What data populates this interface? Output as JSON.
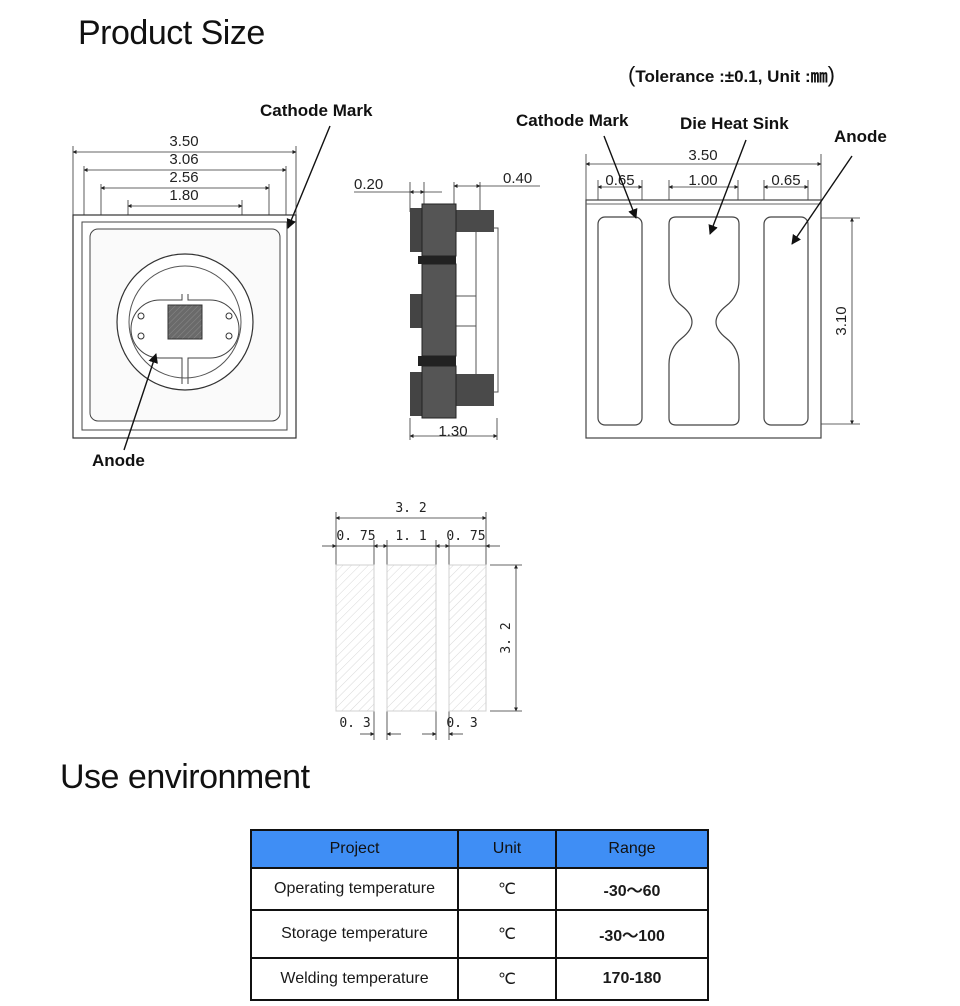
{
  "headings": {
    "product_size": "Product Size",
    "use_environment": "Use environment"
  },
  "tolerance": {
    "open": "(",
    "text": "Tolerance :±0.1, Unit :㎜",
    "close": ")"
  },
  "front_view": {
    "cathode_label": "Cathode Mark",
    "anode_label": "Anode",
    "dims": [
      "3.50",
      "3.06",
      "2.56",
      "1.80"
    ]
  },
  "side_view": {
    "dim_left": "0.20",
    "dim_right": "0.40",
    "dim_bottom": "1.30"
  },
  "bottom_view": {
    "cathode_label": "Cathode Mark",
    "heat_sink_label": "Die Heat Sink",
    "anode_label": "Anode",
    "dim_total": "3.50",
    "dim_left": "0.65",
    "dim_mid": "1.00",
    "dim_right": "0.65",
    "dim_height": "3.10"
  },
  "footprint": {
    "dim_total": "3. 2",
    "dim_left": "0. 75",
    "dim_mid": "1. 1",
    "dim_right": "0. 75",
    "dim_height": "3. 2",
    "gap_left": "0. 3",
    "gap_right": "0. 3"
  },
  "env_table": {
    "headers": [
      "Project",
      "Unit",
      "Range"
    ],
    "rows": [
      {
        "project": "Operating temperature",
        "unit": "℃",
        "range": "-30～60"
      },
      {
        "project": "Storage temperature",
        "unit": "℃",
        "range": "-30～100"
      },
      {
        "project": "Welding temperature",
        "unit": "℃",
        "range": "170-180"
      }
    ],
    "header_color": "#3f8ef5"
  }
}
